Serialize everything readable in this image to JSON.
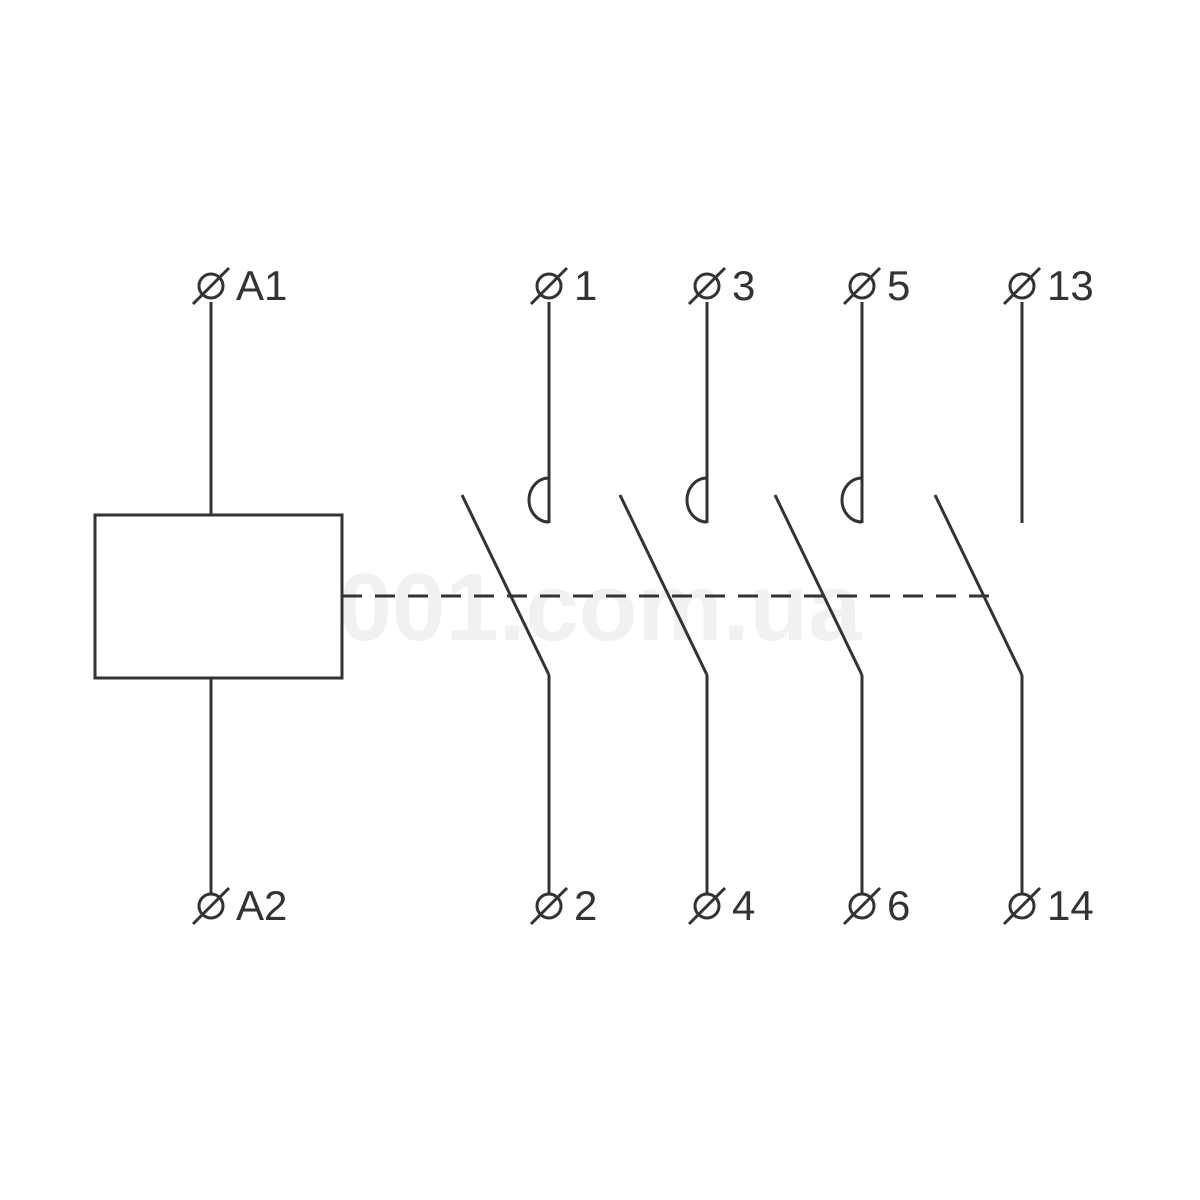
{
  "colors": {
    "background": "#ffffff",
    "line": "#333333",
    "watermark": "#f1f1f1"
  },
  "watermark": "001.com.ua",
  "coil": {
    "top_terminal": "A1",
    "bottom_terminal": "A2"
  },
  "poles": [
    {
      "top_terminal": "1",
      "bottom_terminal": "2",
      "kind": "main"
    },
    {
      "top_terminal": "3",
      "bottom_terminal": "4",
      "kind": "main"
    },
    {
      "top_terminal": "5",
      "bottom_terminal": "6",
      "kind": "main"
    },
    {
      "top_terminal": "13",
      "bottom_terminal": "14",
      "kind": "auxiliary"
    }
  ],
  "terminal_symbol": "screw-terminal-icon"
}
